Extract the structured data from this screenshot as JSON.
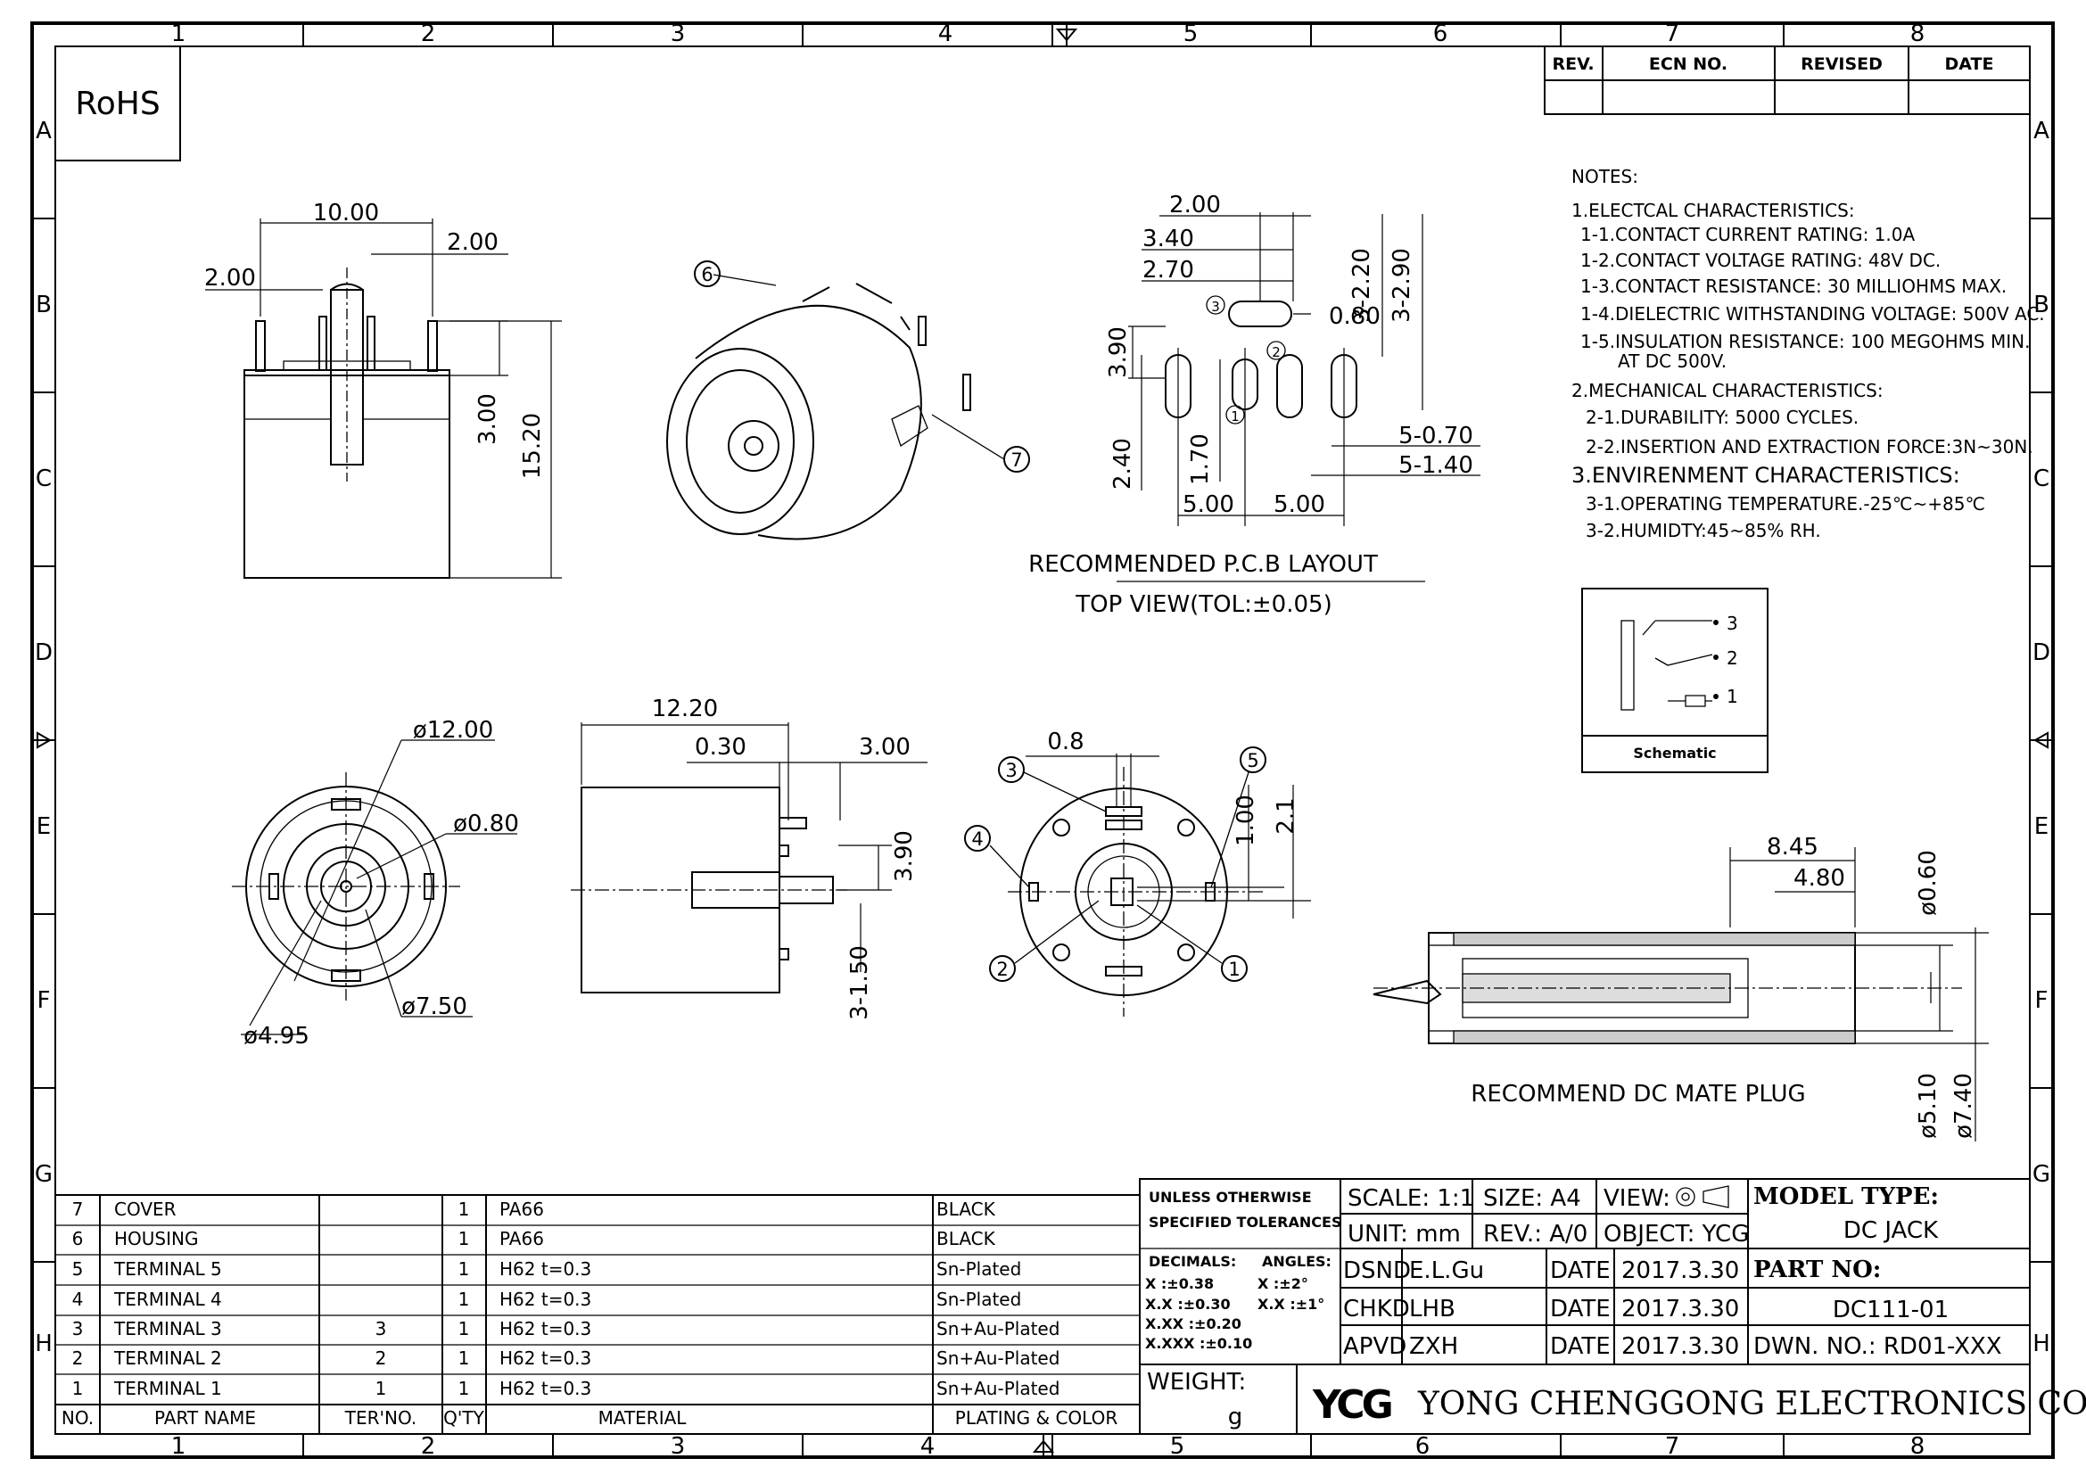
{
  "sheet": {
    "col_labels": [
      "1",
      "2",
      "3",
      "4",
      "5",
      "6",
      "7",
      "8"
    ],
    "row_labels": [
      "A",
      "B",
      "C",
      "D",
      "E",
      "F",
      "G",
      "H"
    ],
    "rohs": "RoHS"
  },
  "revision": {
    "rev": "REV.",
    "ecn": "ECN NO.",
    "revised": "REVISED",
    "date": "DATE"
  },
  "notes": [
    "NOTES:",
    "1.ELECTCAL CHARACTERISTICS:",
    "1-1.CONTACT CURRENT RATING: 1.0A",
    "1-2.CONTACT VOLTAGE RATING: 48V DC.",
    "1-3.CONTACT RESISTANCE: 30 MILLIOHMS MAX.",
    "1-4.DIELECTRIC WITHSTANDING VOLTAGE: 500V AC.",
    "1-5.INSULATION RESISTANCE: 100 MEGOHMS MIN.",
    "AT DC 500V.",
    "2.MECHANICAL CHARACTERISTICS:",
    "2-1.DURABILITY: 5000 CYCLES.",
    "2-2.INSERTION AND EXTRACTION FORCE:3N~30N.",
    "3.ENVIRENMENT CHARACTERISTICS:",
    "3-1.OPERATING TEMPERATURE.-25℃~+85℃",
    "3-2.HUMIDTY:45~85% RH."
  ],
  "schematic": {
    "label": "Schematic",
    "pins": [
      "3",
      "2",
      "1"
    ]
  },
  "views": {
    "front": {
      "d1": "10.00",
      "d2": "2.00",
      "d3": "2.00",
      "d4": "3.00",
      "d5": "15.20"
    },
    "iso": {
      "c6": "6",
      "c7": "7"
    },
    "pcb": {
      "d1": "2.00",
      "d2": "3.40",
      "d3": "2.70",
      "d4": "3-2.20",
      "d5": "3-2.90",
      "d6": "0.80",
      "d7": "3.90",
      "d8": "2.40",
      "d9": "1.70",
      "d10": "5-0.70",
      "d11": "5-1.40",
      "d12": "5.00",
      "d13": "5.00",
      "c1": "1",
      "c2": "2",
      "c3": "3",
      "title": "RECOMMENDED P.C.B LAYOUT",
      "subtitle": "TOP VIEW(TOL:±0.05)"
    },
    "bottom": {
      "d1": "ø12.00",
      "d2": "ø0.80",
      "d3": "ø4.95",
      "d4": "ø7.50"
    },
    "side": {
      "d1": "12.20",
      "d2": "0.30",
      "d3": "3.00",
      "d4": "3.90",
      "d5": "3-1.50"
    },
    "rear": {
      "d1": "0.8",
      "d2": "1.00",
      "d3": "2.1",
      "c1": "1",
      "c2": "2",
      "c3": "3",
      "c4": "4",
      "c5": "5"
    },
    "plug": {
      "d1": "8.45",
      "d2": "4.80",
      "d3": "ø0.60",
      "d4": "ø5.10",
      "d5": "ø7.40",
      "title": "RECOMMEND DC MATE PLUG"
    }
  },
  "bom": {
    "headers": [
      "NO.",
      "PART NAME",
      "TER'NO.",
      "Q'TY",
      "MATERIAL",
      "PLATING & COLOR"
    ],
    "rows": [
      [
        "7",
        "COVER",
        "",
        "1",
        "PA66",
        "BLACK"
      ],
      [
        "6",
        "HOUSING",
        "",
        "1",
        "PA66",
        "BLACK"
      ],
      [
        "5",
        "TERMINAL 5",
        "",
        "1",
        "H62 t=0.3",
        "Sn-Plated"
      ],
      [
        "4",
        "TERMINAL 4",
        "",
        "1",
        "H62 t=0.3",
        "Sn-Plated"
      ],
      [
        "3",
        "TERMINAL 3",
        "3",
        "1",
        "H62 t=0.3",
        "Sn+Au-Plated"
      ],
      [
        "2",
        "TERMINAL 2",
        "2",
        "1",
        "H62 t=0.3",
        "Sn+Au-Plated"
      ],
      [
        "1",
        "TERMINAL 1",
        "1",
        "1",
        "H62 t=0.3",
        "Sn+Au-Plated"
      ]
    ]
  },
  "title_block": {
    "tol_head1": "UNLESS OTHERWISE",
    "tol_head2": "SPECIFIED TOLERANCES",
    "decimals": "DECIMALS:",
    "angles": "ANGLES:",
    "tol_lines": [
      "X    :±0.38",
      "X.X   :±0.30",
      "X.XX  :±0.20",
      "X.XXX :±0.10"
    ],
    "ang_lines": [
      "X   :±2°",
      "X.X :±1°"
    ],
    "weight": "WEIGHT:",
    "weight_unit": "g",
    "scale": "SCALE:  1:1",
    "size": "SIZE:  A4",
    "view": "VIEW:",
    "unit": "UNIT:  mm",
    "rev": "REV.:  A/0",
    "object": "OBJECT:  YCG",
    "dsnd": "DSND",
    "dsnd_name": "E.L.Gu",
    "chkd": "CHKD",
    "chkd_name": "LHB",
    "apvd": "APVD",
    "apvd_name": "ZXH",
    "date_label": "DATE",
    "date": "2017.3.30",
    "model_label": "MODEL TYPE:",
    "model": "DC JACK",
    "part_label": "PART NO:",
    "part": "DC111-01",
    "dwn": "DWN. NO.:  RD01-XXX",
    "logo": "YCG",
    "company": "YONG CHENGGONG ELECTRONICS CO., LTD."
  }
}
